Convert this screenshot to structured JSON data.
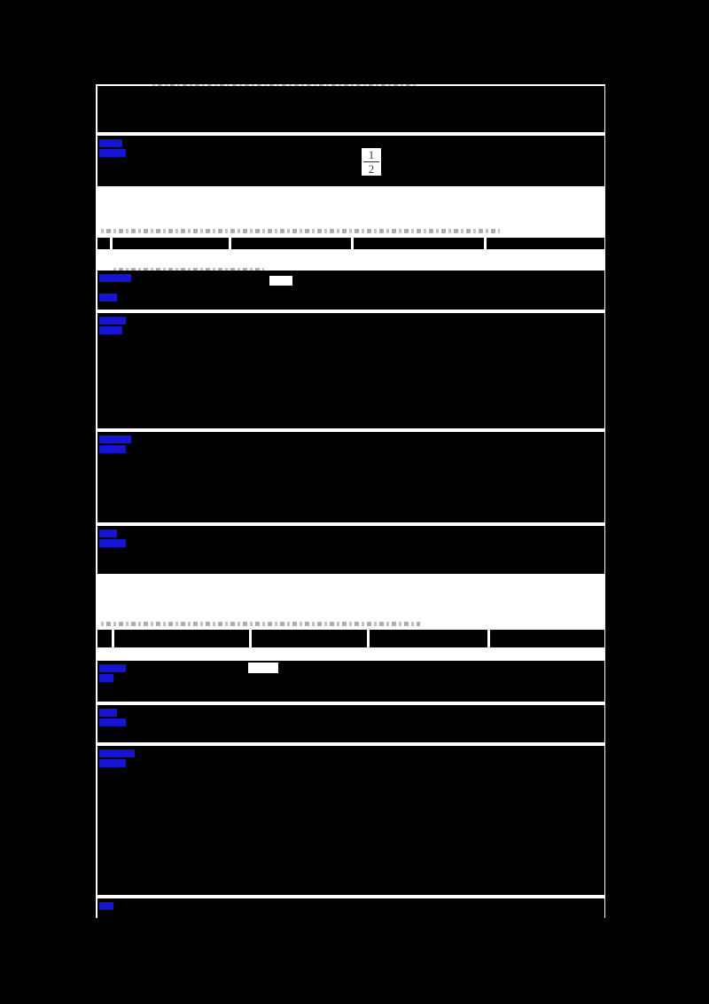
{
  "document": {
    "title": "Redacted document page",
    "page_background": "#000000",
    "sheet_background": "#ffffff",
    "redaction_color": "#000000",
    "link_color": "#1414d2",
    "visible_text": {
      "fraction_numerator": "1",
      "fraction_denominator": "2"
    }
  },
  "blocks": [
    {
      "id": "block-1",
      "name": "top-table",
      "rows": [
        {
          "label": "",
          "label_redacted": true,
          "label_has_link": false,
          "body_redacted": true,
          "body_lines": 4
        },
        {
          "label": "",
          "label_redacted": true,
          "label_has_link": true,
          "body_redacted": true,
          "body_lines": 4,
          "inline_math": "1/2"
        }
      ]
    },
    {
      "id": "header-strip-a",
      "name": "middle-header-strip",
      "cells": [
        {
          "key": "",
          "value": "",
          "redacted": true
        },
        {
          "key": "",
          "value": "",
          "redacted": true
        },
        {
          "key": "",
          "value": "",
          "redacted": true
        },
        {
          "key": "",
          "value": "",
          "redacted": true
        }
      ]
    },
    {
      "id": "block-2",
      "name": "middle-table",
      "rows": [
        {
          "label": "",
          "label_redacted": true,
          "label_has_link": true,
          "body_redacted": true,
          "body_lines": 3
        },
        {
          "label": "",
          "label_redacted": true,
          "label_has_link": true,
          "body_redacted": true,
          "body_lines": 11
        },
        {
          "label": "",
          "label_redacted": true,
          "label_has_link": true,
          "body_redacted": true,
          "body_lines": 8
        },
        {
          "label": "",
          "label_redacted": true,
          "label_has_link": true,
          "body_redacted": true,
          "body_lines": 4
        }
      ]
    },
    {
      "id": "header-strip-b",
      "name": "bottom-header-strip",
      "cells": [
        {
          "key": "",
          "value": "",
          "redacted": true
        },
        {
          "key": "",
          "value": "",
          "redacted": true
        },
        {
          "key": "",
          "value": "",
          "redacted": true
        },
        {
          "key": "",
          "value": "",
          "redacted": true
        }
      ]
    },
    {
      "id": "block-3",
      "name": "bottom-table",
      "rows": [
        {
          "label": "",
          "label_redacted": true,
          "label_has_link": true,
          "body_redacted": true,
          "body_lines": 3
        },
        {
          "label": "",
          "label_redacted": true,
          "label_has_link": true,
          "body_redacted": true,
          "body_lines": 3
        },
        {
          "label": "",
          "label_redacted": true,
          "label_has_link": true,
          "body_redacted": true,
          "body_lines": 14
        },
        {
          "label": "",
          "label_redacted": true,
          "label_has_link": true,
          "body_redacted": true,
          "body_lines": 2
        }
      ]
    }
  ]
}
